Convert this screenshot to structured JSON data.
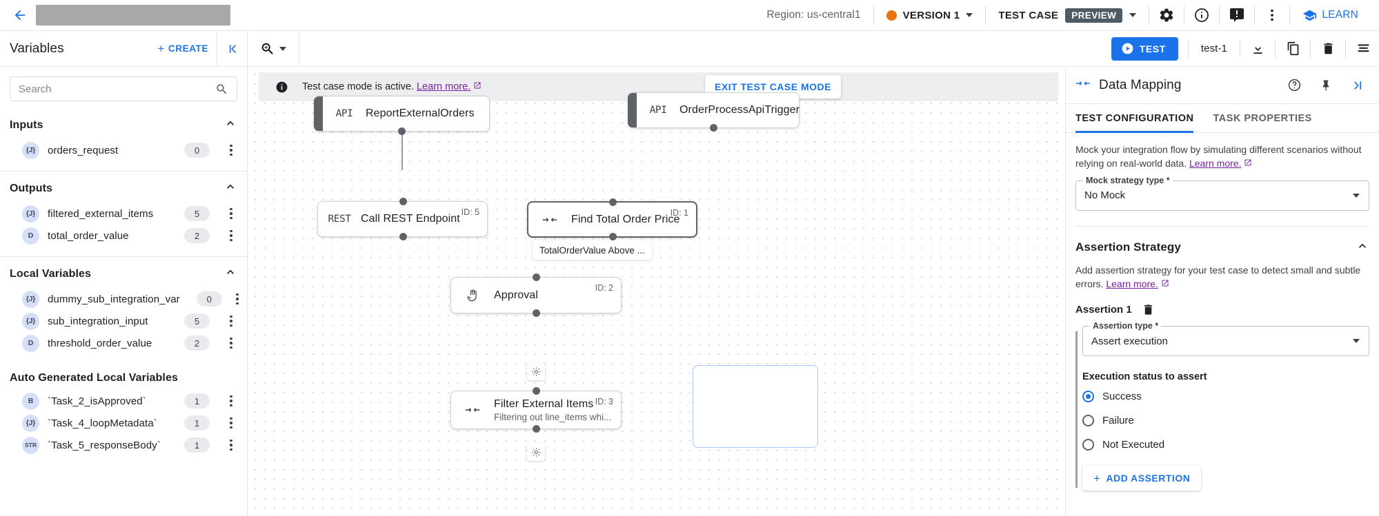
{
  "header": {
    "back_icon": "back-arrow-icon",
    "title_redacted": "",
    "region_label": "Region: us-central1",
    "version_label": "VERSION 1",
    "version_dot_color": "#e8710a",
    "testcase_label": "TEST CASE",
    "preview_badge": "PREVIEW",
    "settings_icon": "gear-icon",
    "info_icon": "info-icon",
    "feedback_icon": "feedback-icon",
    "more_icon": "more-vert-icon",
    "learn_label": "LEARN",
    "accent_blue": "#1a73e8"
  },
  "toolbar": {
    "variables_title": "Variables",
    "create_label": "CREATE",
    "collapse_icon": "collapse-panel-icon",
    "zoom_icon": "zoom-in-icon",
    "test_label": "TEST",
    "test_name": "test-1",
    "download_icon": "download-icon",
    "copy_icon": "copy-icon",
    "delete_icon": "delete-icon",
    "list_icon": "list-icon"
  },
  "sidebar": {
    "search_placeholder": "Search",
    "search_value": "",
    "filter_icon": "sort-filter-icon",
    "sections": [
      {
        "title": "Inputs",
        "items": [
          {
            "badge": "{J}",
            "name": "orders_request",
            "count": "0"
          }
        ]
      },
      {
        "title": "Outputs",
        "items": [
          {
            "badge": "{J}",
            "name": "filtered_external_items",
            "count": "5"
          },
          {
            "badge": "D",
            "name": "total_order_value",
            "count": "2"
          }
        ]
      },
      {
        "title": "Local Variables",
        "items": [
          {
            "badge": "{J}",
            "name": "dummy_sub_integration_var",
            "count": "0"
          },
          {
            "badge": "{J}",
            "name": "sub_integration_input",
            "count": "5"
          },
          {
            "badge": "D",
            "name": "threshold_order_value",
            "count": "2"
          }
        ]
      },
      {
        "title": "Auto Generated Local Variables",
        "items": [
          {
            "badge": "B",
            "name": "`Task_2_isApproved`",
            "count": "1"
          },
          {
            "badge": "{J}",
            "name": "`Task_4_loopMetadata`",
            "count": "1"
          },
          {
            "badge": "STR",
            "name": "`Task_5_responseBody`",
            "count": "1"
          }
        ]
      }
    ]
  },
  "canvas": {
    "banner_icon": "info-filled-icon",
    "banner_text": "Test case mode is active.",
    "banner_link": "Learn more.",
    "exit_label": "EXIT TEST CASE MODE",
    "nodes": [
      {
        "kind": "trigger",
        "icon": "API",
        "title": "ReportExternalOrders",
        "sub": "",
        "id": ""
      },
      {
        "kind": "trigger",
        "icon": "API",
        "title": "OrderProcessApiTrigger",
        "sub": "",
        "id": ""
      },
      {
        "kind": "task",
        "icon": "REST",
        "title": "Call REST Endpoint",
        "sub": "",
        "id": "ID: 5"
      },
      {
        "kind": "task-selected",
        "icon": "mapping",
        "title": "Find Total Order Price",
        "sub": "",
        "id": "ID: 1"
      },
      {
        "kind": "task",
        "icon": "approval",
        "title": "Approval",
        "sub": "",
        "id": "ID: 2"
      },
      {
        "kind": "task",
        "icon": "mapping",
        "title": "Filter External Items",
        "sub": "Filtering out line_items whi...",
        "id": "ID: 3"
      }
    ],
    "edge_label": "TotalOrderValue Above ...",
    "gear_icon": "gear-small-icon"
  },
  "right_panel": {
    "mapping_icon": "data-mapping-icon",
    "title": "Data Mapping",
    "help_icon": "help-circle-icon",
    "pin_icon": "pin-icon",
    "expand_icon": "expand-panel-icon",
    "tabs": [
      {
        "label": "TEST CONFIGURATION",
        "active": true
      },
      {
        "label": "TASK PROPERTIES",
        "active": false
      }
    ],
    "mock_desc": "Mock your integration flow by simulating different scenarios without relying on real-world data.",
    "mock_desc_link": "Learn more.",
    "mock_field_label": "Mock strategy type *",
    "mock_field_value": "No Mock",
    "assertion_section_title": "Assertion Strategy",
    "assertion_desc": "Add assertion strategy for your test case to detect small and subtle errors.",
    "assertion_desc_link": "Learn more.",
    "assertion_item_label": "Assertion 1",
    "assertion_delete_icon": "delete-icon",
    "assertion_type_label": "Assertion type *",
    "assertion_type_value": "Assert execution",
    "radio_group_label": "Execution status to assert",
    "radio_options": [
      {
        "label": "Success",
        "selected": true
      },
      {
        "label": "Failure",
        "selected": false
      },
      {
        "label": "Not Executed",
        "selected": false
      }
    ],
    "add_assertion_label": "ADD ASSERTION"
  }
}
